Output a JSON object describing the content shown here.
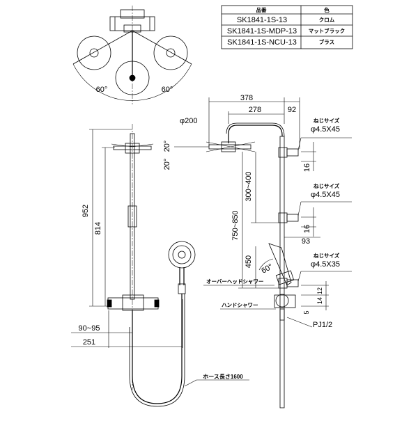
{
  "table": {
    "header_part": "品番",
    "header_color": "色",
    "rows": [
      {
        "part": "SK1841-1S-13",
        "color": "クロム"
      },
      {
        "part": "SK1841-1S-MDP-13",
        "color": "マットブラック"
      },
      {
        "part": "SK1841-1S-NCU-13",
        "color": "ブラス"
      }
    ]
  },
  "top_view": {
    "angle_left": "60°",
    "angle_right": "60°"
  },
  "front_view": {
    "dim_total": "952",
    "dim_head": "814",
    "dim_mixer": "90~95",
    "dim_width": "251",
    "hose_length": "ホース長さ1600"
  },
  "side_view": {
    "dim_reach": "378",
    "dim_arm": "278",
    "dim_wall": "92",
    "dim_head_dia": "φ200",
    "tilt_up": "20°",
    "tilt_down": "20°",
    "dim_adjust": "300~400",
    "dim_mount": "750~850",
    "dim_hand": "450",
    "angle_hand": "60°",
    "dim_93": "93",
    "dim_16a": "16",
    "dim_16b": "16",
    "screw_label": "ねじサイズ",
    "screw_top": "φ4.5X45",
    "screw_mid": "φ4.5X45",
    "screw_bottom": "φ4.5X35",
    "dim_12": "12",
    "dim_14": "14",
    "dim_5": "5",
    "label_overhead": "オーバーヘッドシャワー",
    "label_hand": "ハンドシャワー",
    "thread": "PJ1/2"
  }
}
